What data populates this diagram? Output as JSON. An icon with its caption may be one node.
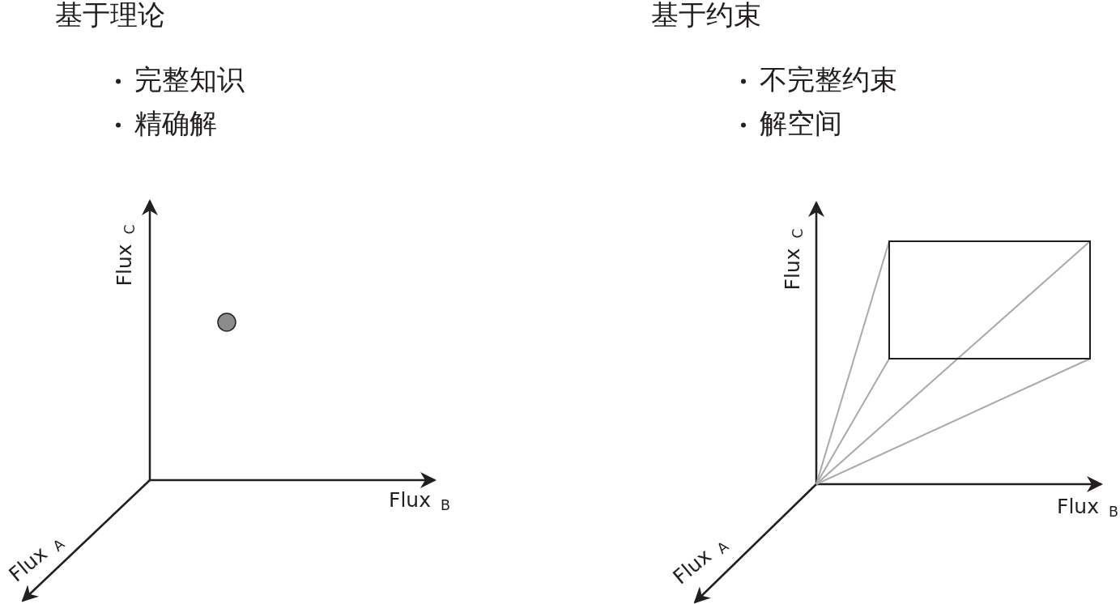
{
  "diagram": {
    "labels": [
      "基于理论",
      "基于约束",
      "完整知识",
      "不完整约束",
      "精确解",
      "解空间",
      "Flux $_{C}$",
      "Flux $_{C}$",
      "Flux $_{B}$",
      "Flux $_{B}$",
      "Flux $_{A}$",
      "Flux $_{A}$"
    ]
  }
}
